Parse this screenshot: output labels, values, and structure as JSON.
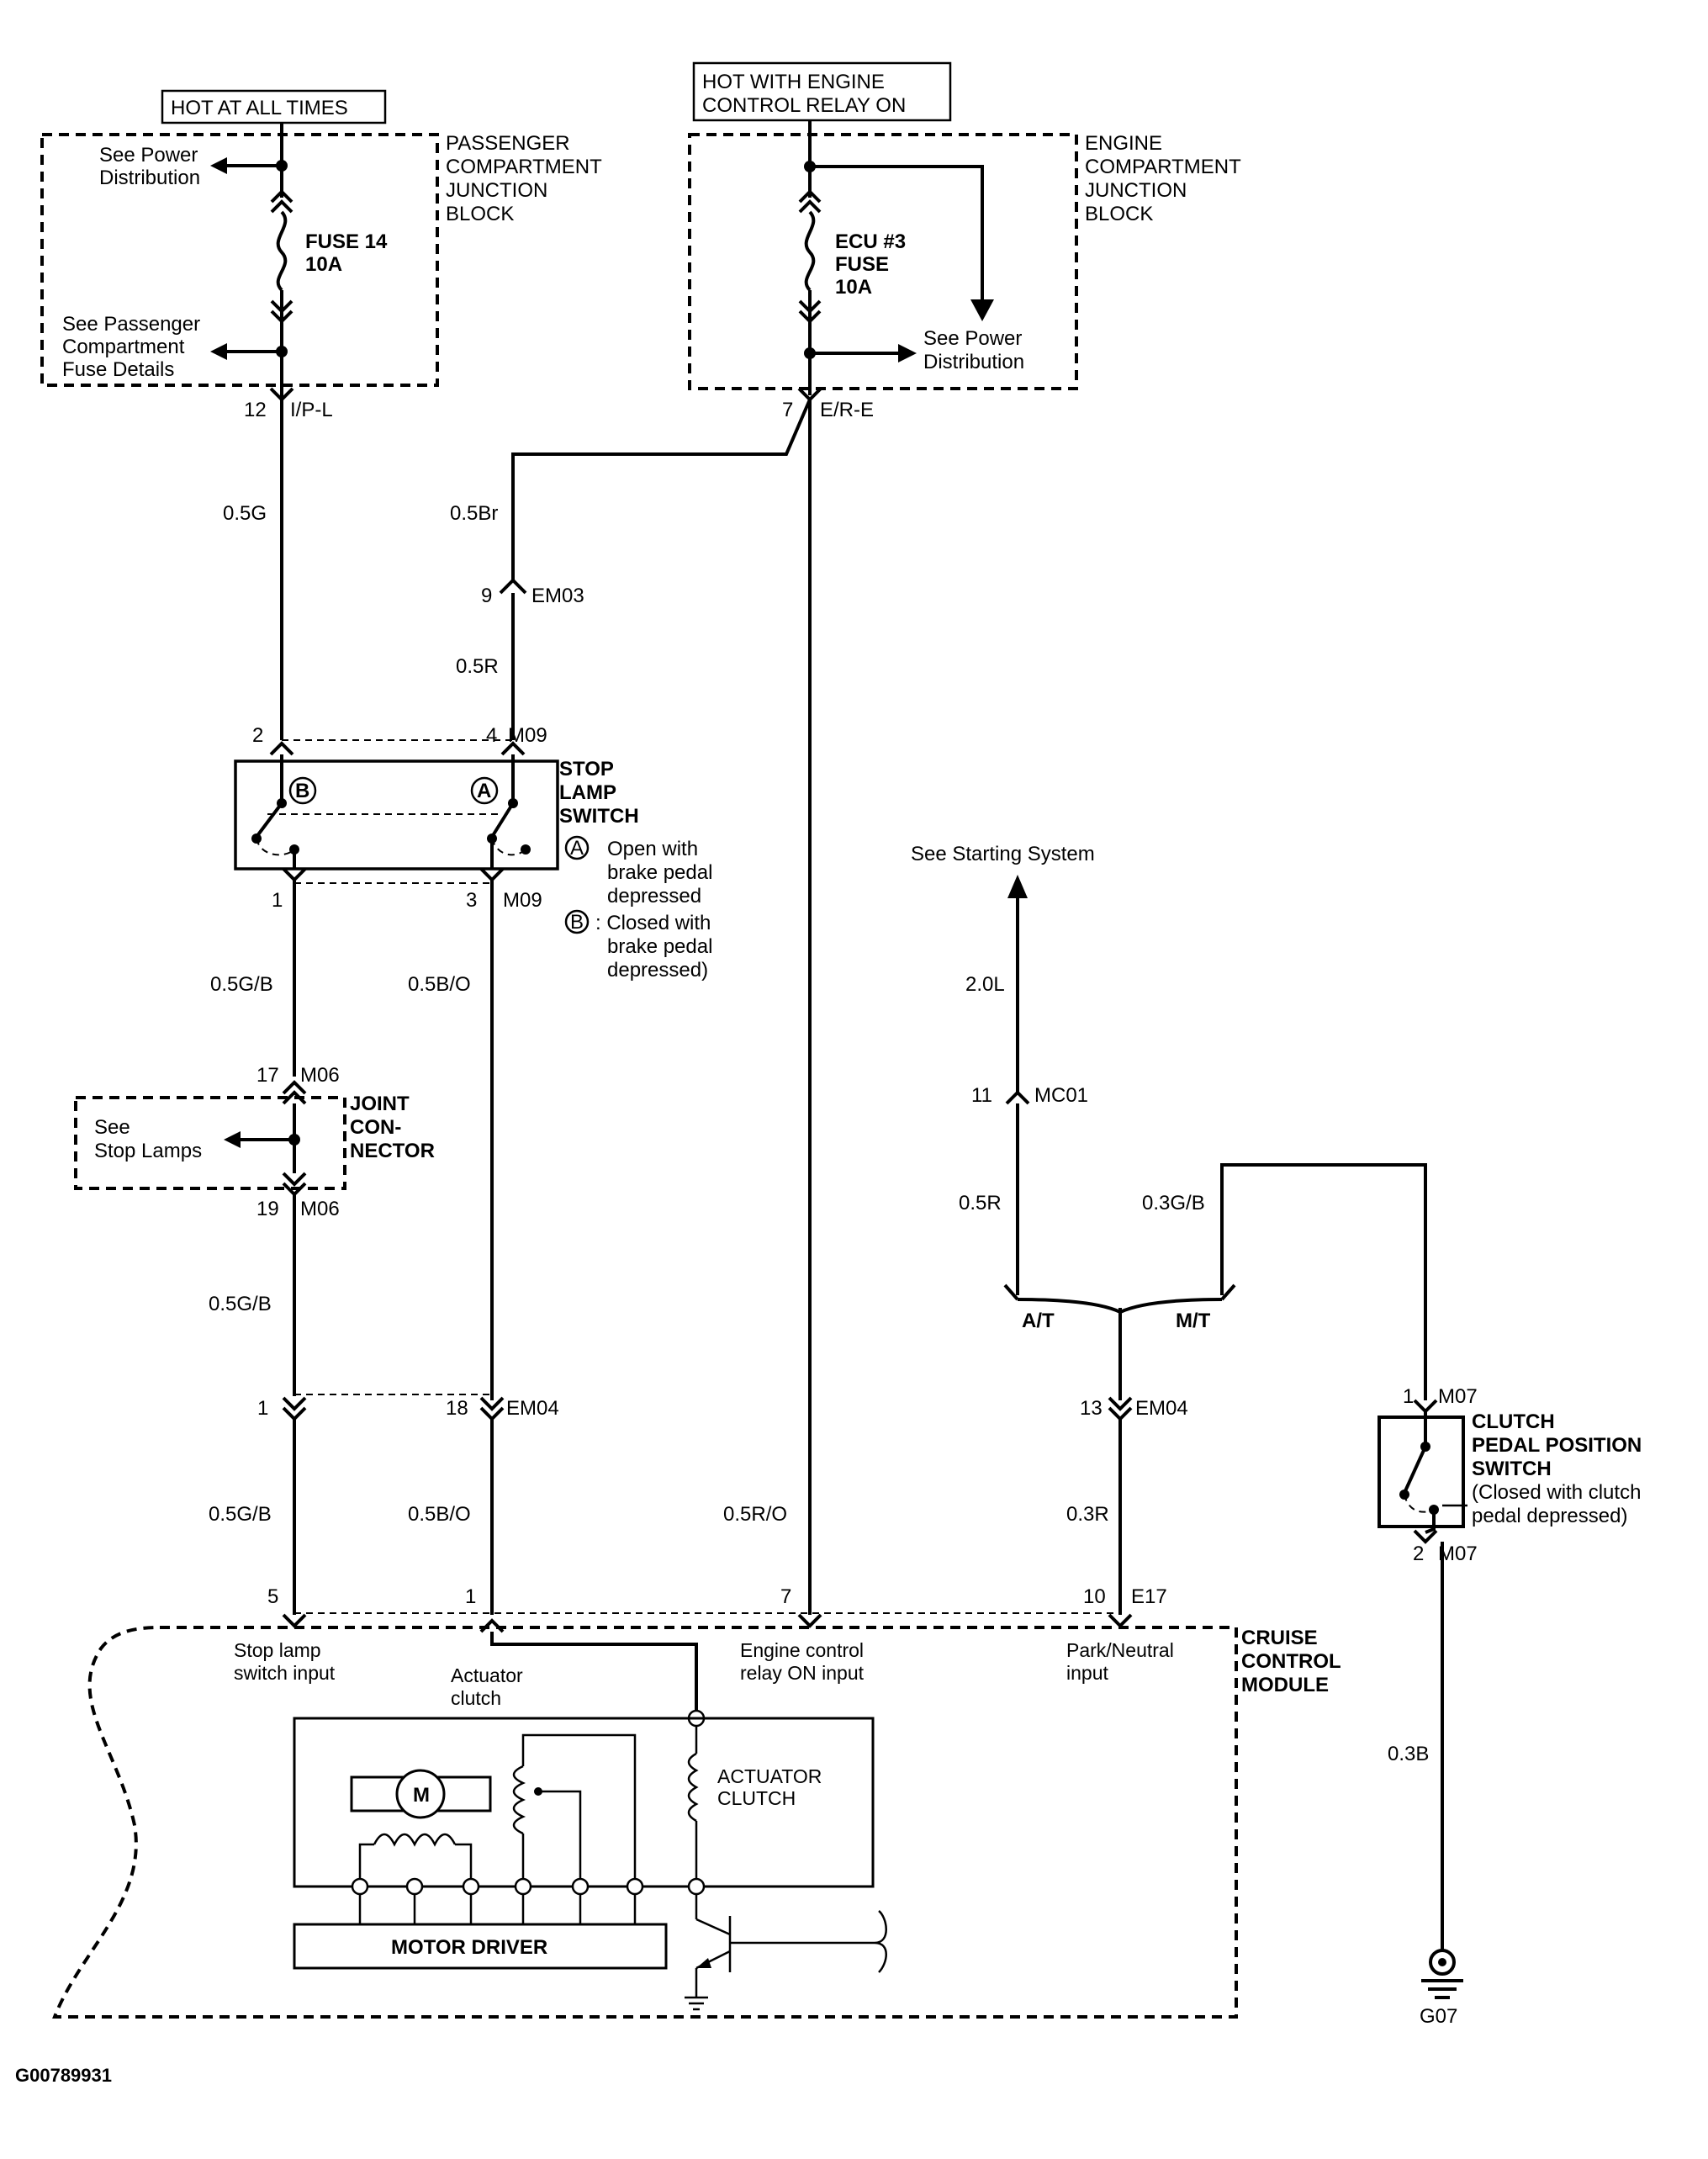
{
  "supply": {
    "hot_all_times": "HOT AT ALL TIMES",
    "hot_engine_relay_1": "HOT WITH ENGINE",
    "hot_engine_relay_2": "CONTROL RELAY ON"
  },
  "passenger_block": {
    "name_1": "PASSENGER",
    "name_2": "COMPARTMENT",
    "name_3": "JUNCTION",
    "name_4": "BLOCK",
    "see_power_1": "See Power",
    "see_power_2": "Distribution",
    "fuse_1": "FUSE 14",
    "fuse_2": "10A",
    "see_fuse_1": "See Passenger",
    "see_fuse_2": "Compartment",
    "see_fuse_3": "Fuse Details",
    "pin": "12",
    "connector": "I/P-L"
  },
  "engine_block": {
    "name_1": "ENGINE",
    "name_2": "COMPARTMENT",
    "name_3": "JUNCTION",
    "name_4": "BLOCK",
    "fuse_1": "ECU #3",
    "fuse_2": "FUSE",
    "fuse_3": "10A",
    "see_power_1": "See Power",
    "see_power_2": "Distribution",
    "pin": "7",
    "connector": "E/R-E"
  },
  "wires": {
    "w_05g": "0.5G",
    "w_05br": "0.5Br",
    "w_05r_top": "0.5R",
    "w_05gb_1": "0.5G/B",
    "w_05bo_1": "0.5B/O",
    "w_05gb_2": "0.5G/B",
    "w_05gb_3": "0.5G/B",
    "w_05bo_2": "0.5B/O",
    "w_05ro": "0.5R/O",
    "w_20l": "2.0L",
    "w_05r_mid": "0.5R",
    "w_03gb": "0.3G/B",
    "w_03r": "0.3R",
    "w_03b": "0.3B"
  },
  "connectors": {
    "em03_pin": "9",
    "em03": "EM03",
    "m09_top_pin_a": "2",
    "m09_top_pin_b": "4",
    "m09_top": "M09",
    "m09_bot_pin_a": "1",
    "m09_bot_pin_b": "3",
    "m09_bot": "M09",
    "m06_top_pin": "17",
    "m06_top": "M06",
    "m06_bot_pin": "19",
    "m06_bot": "M06",
    "em04_pin_a": "1",
    "em04_pin_b": "18",
    "em04_a": "EM04",
    "mc01_pin": "11",
    "mc01": "MC01",
    "em04_pin_c": "13",
    "em04_b": "EM04",
    "m07_top_pin": "1",
    "m07_top": "M07",
    "m07_bot_pin": "2",
    "m07_bot": "M07",
    "e17_pin_a": "5",
    "e17_pin_b": "1",
    "e17_pin_c": "7",
    "e17_pin_d": "10",
    "e17": "E17"
  },
  "stop_lamp_switch": {
    "name_1": "STOP",
    "name_2": "LAMP",
    "name_3": "SWITCH",
    "badge_a": "A",
    "badge_b": "B",
    "note_a_1": "Open with",
    "note_a_2": "brake pedal",
    "note_a_3": "depressed",
    "note_b_1": ": Closed with",
    "note_b_2": "brake pedal",
    "note_b_3": "depressed)"
  },
  "joint_connector": {
    "name_1": "JOINT",
    "name_2": "CON-",
    "name_3": "NECTOR",
    "see_1": "See",
    "see_2": "Stop Lamps"
  },
  "starting": {
    "see": "See Starting System",
    "at": "A/T",
    "mt": "M/T"
  },
  "clutch_switch": {
    "name_1": "CLUTCH",
    "name_2": "PEDAL POSITION",
    "name_3": "SWITCH",
    "note_1": "(Closed with clutch",
    "note_2": "pedal depressed)"
  },
  "module": {
    "name_1": "CRUISE",
    "name_2": "CONTROL",
    "name_3": "MODULE",
    "in_stop_1": "Stop lamp",
    "in_stop_2": "switch input",
    "in_act_1": "Actuator",
    "in_act_2": "clutch",
    "in_ecr_1": "Engine control",
    "in_ecr_2": "relay ON input",
    "in_pn_1": "Park/Neutral",
    "in_pn_2": "input",
    "motor": "M",
    "actuator_clutch_1": "ACTUATOR",
    "actuator_clutch_2": "CLUTCH",
    "motor_driver": "MOTOR DRIVER"
  },
  "ground": {
    "name": "G07"
  },
  "figure_id": "G00789931"
}
